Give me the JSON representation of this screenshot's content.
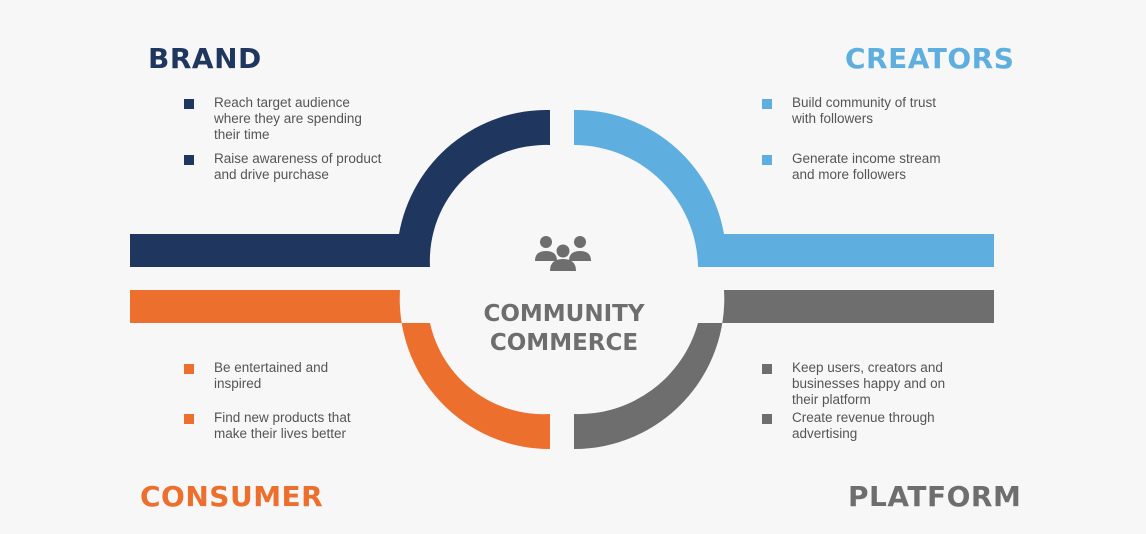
{
  "colors": {
    "brand": "#1f365f",
    "creators": "#5eafdf",
    "consumer": "#ec6f2d",
    "platform": "#6e6e6e",
    "background": "#f7f7f7",
    "center": "#6e6e6e"
  },
  "center": {
    "icon": "people-group-icon",
    "line1": "COMMUNITY",
    "line2": "COMMERCE"
  },
  "quadrants": {
    "brand": {
      "title": "BRAND",
      "items": [
        "Reach target audience where they are spending their time",
        "Raise awareness of product and drive purchase"
      ]
    },
    "creators": {
      "title": "CREATORS",
      "items": [
        "Build community of trust with followers",
        "Generate income stream and more followers"
      ]
    },
    "consumer": {
      "title": "CONSUMER",
      "items": [
        "Be entertained and inspired",
        "Find new products that make their lives better"
      ]
    },
    "platform": {
      "title": "PLATFORM",
      "items": [
        "Keep users, creators and businesses happy and on their platform",
        "Create revenue through advertising"
      ]
    }
  }
}
